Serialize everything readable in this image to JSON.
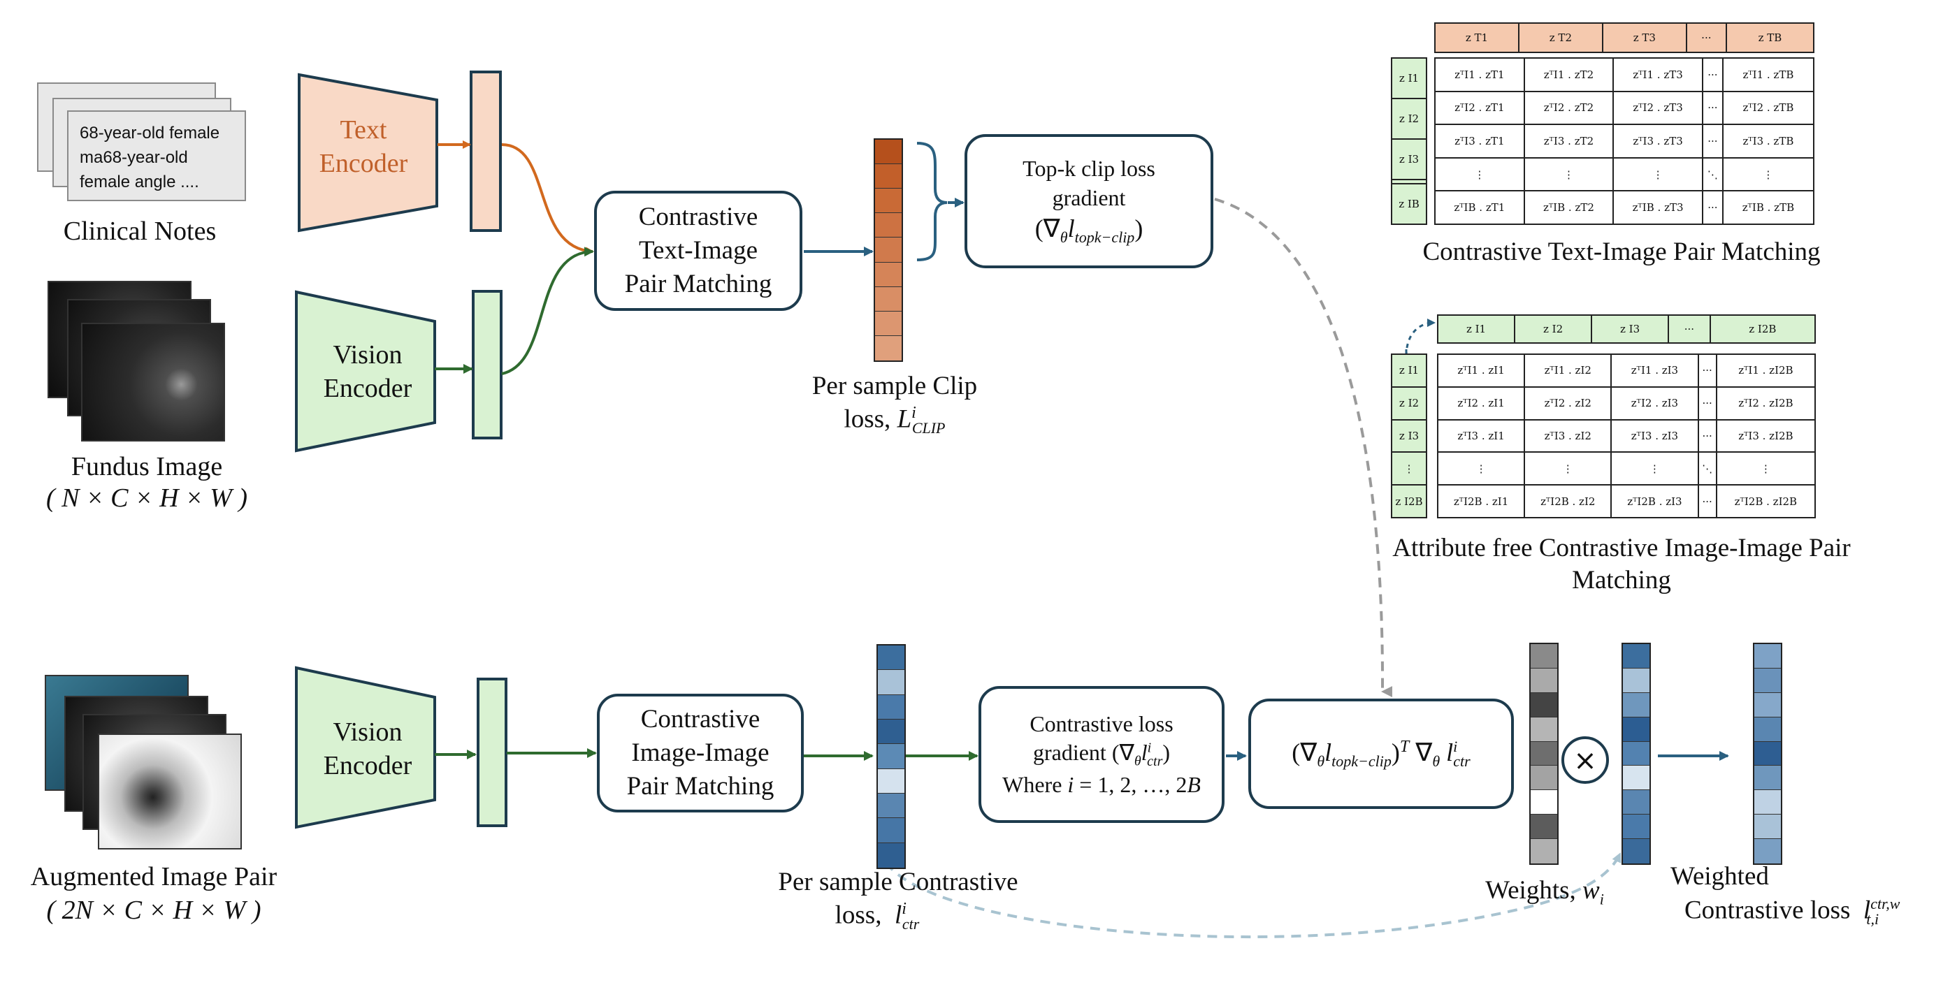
{
  "inputs": {
    "clinical_notes": {
      "note_text": "68-year-old female\nma68-year-old\nfemale angle ....",
      "caption": "Clinical Notes"
    },
    "fundus_image": {
      "caption_line1": "Fundus Image",
      "caption_line2": "( N × C × H × W )"
    },
    "augmented_pair": {
      "caption_line1": "Augmented Image Pair",
      "caption_line2": "( 2N × C × H × W )"
    }
  },
  "encoders": {
    "text_encoder": "Text\nEncoder",
    "vision_encoder_top": "Vision\nEncoder",
    "vision_encoder_bottom": "Vision\nEncoder"
  },
  "boxes": {
    "text_image_matching": "Contrastive\nText-Image\nPair Matching",
    "image_image_matching": "Contrastive\nImage-Image\nPair Matching",
    "topk_gradient": "Top-k clip loss\ngradient\n(∇θ l topk−clip)",
    "contrastive_gradient": "Contrastive loss\ngradient (∇θ l i ctr)\nWhere i = 1, 2, …, 2B",
    "dot_product": "(∇θ l topk−clip)ᵀ ∇θ l i ctr"
  },
  "labels": {
    "per_sample_clip_line1": "Per sample Clip",
    "per_sample_clip_line2": "loss, L i CLIP",
    "per_sample_contrastive_line1": "Per sample Contrastive",
    "per_sample_contrastive_line2": "loss,  l i ctr",
    "weights": "Weights, w i",
    "weighted_line1": "Weighted",
    "weighted_line2": "Contrastive loss  l t,i ctr,w",
    "multiply_symbol": "×"
  },
  "text_image_matrix": {
    "caption": "Contrastive Text-Image Pair Matching",
    "col_headers": [
      "z T1",
      "z T2",
      "z T3",
      "···",
      "z TB"
    ],
    "row_headers": [
      "z I1",
      "z I2",
      "z I3",
      "",
      "z IB"
    ],
    "rows": [
      [
        "zᵀI1 . zT1",
        "zᵀI1 . zT2",
        "zᵀI1 . zT3",
        "···",
        "zᵀI1 . zTB"
      ],
      [
        "zᵀI2 . zT1",
        "zᵀI2 . zT2",
        "zᵀI2 . zT3",
        "···",
        "zᵀI2 . zTB"
      ],
      [
        "zᵀI3 . zT1",
        "zᵀI3 . zT2",
        "zᵀI3 . zT3",
        "···",
        "zᵀI3 . zTB"
      ],
      [
        "⋮",
        "⋮",
        "⋮",
        "⋱",
        "⋮"
      ],
      [
        "zᵀIB . zT1",
        "zᵀIB . zT2",
        "zᵀIB . zT3",
        "···",
        "zᵀIB . zTB"
      ]
    ]
  },
  "image_image_matrix": {
    "caption_line1": "Attribute free Contrastive Image-Image Pair",
    "caption_line2": "Matching",
    "col_headers": [
      "z I1",
      "z I2",
      "z I3",
      "···",
      "z I2B"
    ],
    "row_headers": [
      "z I1",
      "z I2",
      "z I3",
      "⋮",
      "z I2B"
    ],
    "rows": [
      [
        "zᵀI1 . zI1",
        "zᵀI1 . zI2",
        "zᵀI1 . zI3",
        "···",
        "zᵀI1 . zI2B"
      ],
      [
        "zᵀI2 . zI1",
        "zᵀI2 . zI2",
        "zᵀI2 . zI3",
        "···",
        "zᵀI2 . zI2B"
      ],
      [
        "zᵀI3 . zI1",
        "zᵀI3 . zI2",
        "zᵀI3 . zI3",
        "···",
        "zᵀI3 . zI2B"
      ],
      [
        "⋮",
        "⋮",
        "⋮",
        "⋱",
        "⋮"
      ],
      [
        "zᵀI2B . zI1",
        "zᵀI2B . zI2",
        "zᵀI2B . zI3",
        "···",
        "zᵀI2B . zI2B"
      ]
    ]
  },
  "colors": {
    "text_encoder_fill": "#f9d9c6",
    "text_encoder_label": "#c0602a",
    "vision_encoder_fill": "#d9f2d2",
    "dark_outline": "#1d3b4d",
    "orange_arrow": "#d2691e",
    "green_arrow": "#2f6b2f",
    "blue_arrow": "#2a6080",
    "dashed_gray": "#9a9a9a",
    "dashed_lightblue": "#a8c3d0"
  },
  "bars": {
    "clip_loss": [
      "#b5501c",
      "#c25f2a",
      "#c96a36",
      "#cd7242",
      "#d07a4c",
      "#d58458",
      "#d98e65",
      "#dc9670",
      "#e0a07c"
    ],
    "contrastive_loss": [
      "#3c6e9e",
      "#a9c2d8",
      "#4a7aaa",
      "#2f5f91",
      "#5c8ab5",
      "#d5e2ee",
      "#5a86b1",
      "#4676a6",
      "#2f5f91"
    ],
    "weights": [
      "#8a8a8a",
      "#aaaaaa",
      "#444444",
      "#b5b5b5",
      "#6e6e6e",
      "#a3a3a3",
      "#ffffff",
      "#5c5c5c",
      "#b0b0b0"
    ],
    "weights_blue": [
      "#3c6e9e",
      "#a9c2d8",
      "#6f97bd",
      "#2c5d92",
      "#5382b0",
      "#d7e4ef",
      "#5a86b1",
      "#4a7aaa",
      "#3a6a9a"
    ],
    "weighted": [
      "#7ea2c6",
      "#6a92ba",
      "#86a8ca",
      "#5a86b1",
      "#2e5e92",
      "#6f97bd",
      "#bfd2e4",
      "#a9c2d8",
      "#7a9fc3"
    ]
  }
}
